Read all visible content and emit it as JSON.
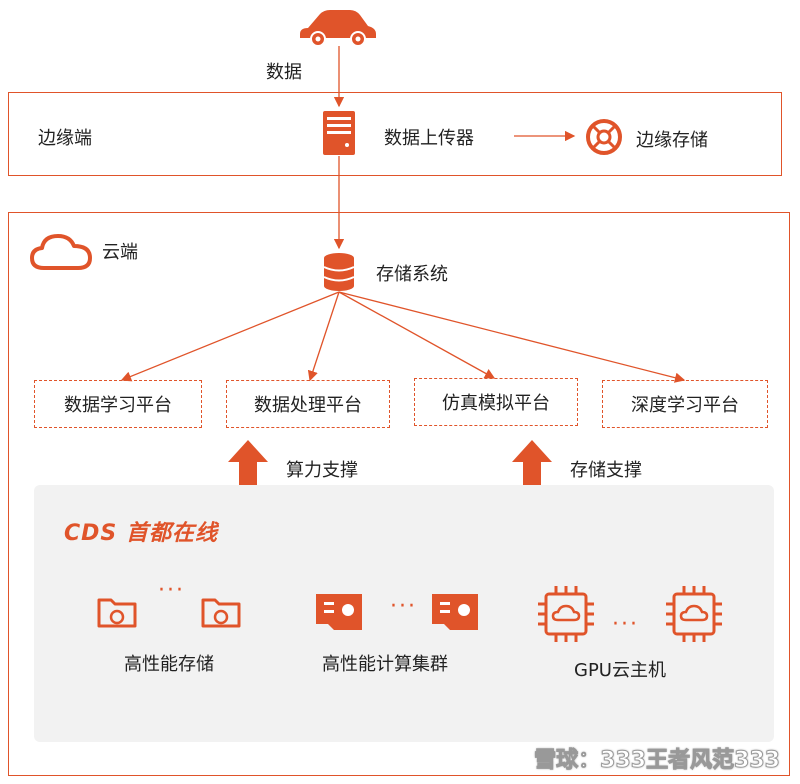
{
  "top": {
    "data_label": "数据"
  },
  "edge": {
    "title": "边缘端",
    "uploader_label": "数据上传器",
    "storage_label": "边缘存储"
  },
  "cloud": {
    "title": "云端",
    "storage_system_label": "存储系统",
    "platforms": [
      "数据学习平台",
      "数据处理平台",
      "仿真模拟平台",
      "深度学习平台"
    ],
    "support_compute": "算力支撑",
    "support_storage": "存储支撑"
  },
  "provider": {
    "brand_logo": "CDS",
    "brand_name": "首都在线",
    "groups": [
      {
        "label": "高性能存储",
        "icon": "folder-cloud-icon"
      },
      {
        "label": "高性能计算集群",
        "icon": "cpu-card-icon"
      },
      {
        "label": "GPU云主机",
        "icon": "chip-cloud-icon"
      }
    ],
    "ellipsis": "···"
  },
  "watermark": "雪球：333王者风范333",
  "colors": {
    "accent": "#e0542a",
    "panel": "#f2f2f2"
  }
}
